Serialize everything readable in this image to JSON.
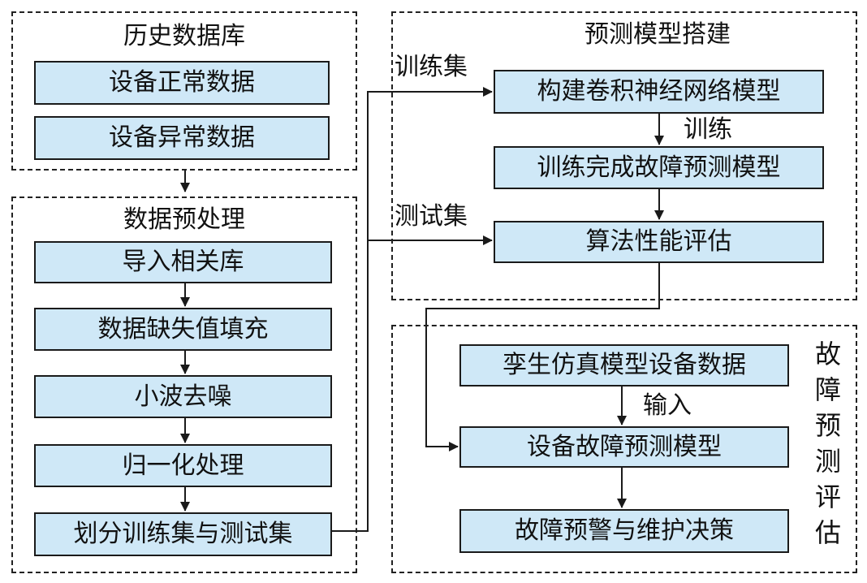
{
  "history_db": {
    "title": "历史数据库",
    "items": [
      "设备正常数据",
      "设备异常数据"
    ]
  },
  "preprocess": {
    "title": "数据预处理",
    "steps": [
      "导入相关库",
      "数据缺失值填充",
      "小波去噪",
      "归一化处理",
      "划分训练集与测试集"
    ]
  },
  "model_build": {
    "title": "预测模型搭建",
    "steps": [
      "构建卷积神经网络模型",
      "训练完成故障预测模型",
      "算法性能评估"
    ],
    "edge_train": "训练"
  },
  "edges": {
    "train_set": "训练集",
    "test_set": "测试集"
  },
  "fault_eval": {
    "title": "故障预测评估",
    "steps": [
      "孪生仿真模型设备数据",
      "设备故障预测模型",
      "故障预警与维护决策"
    ],
    "edge_input": "输入"
  },
  "colors": {
    "box_fill": "#cfe8f7",
    "stroke": "#1a1a1a"
  }
}
